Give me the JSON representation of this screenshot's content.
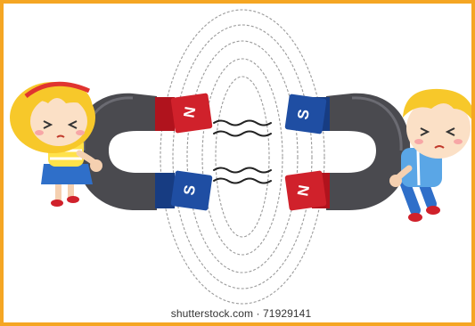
{
  "watermark": {
    "text": "shutterstock.com · 71929141"
  },
  "magnets": {
    "left": {
      "top_pole": "N",
      "bottom_pole": "S"
    },
    "right": {
      "top_pole": "S",
      "bottom_pole": "N"
    }
  },
  "colors": {
    "frame": "#f5a623",
    "magnet_body": "#4a4a4f",
    "north_pole": "#d0212b",
    "south_pole": "#1f4ea3",
    "field_lines": "#9a9a9a"
  }
}
